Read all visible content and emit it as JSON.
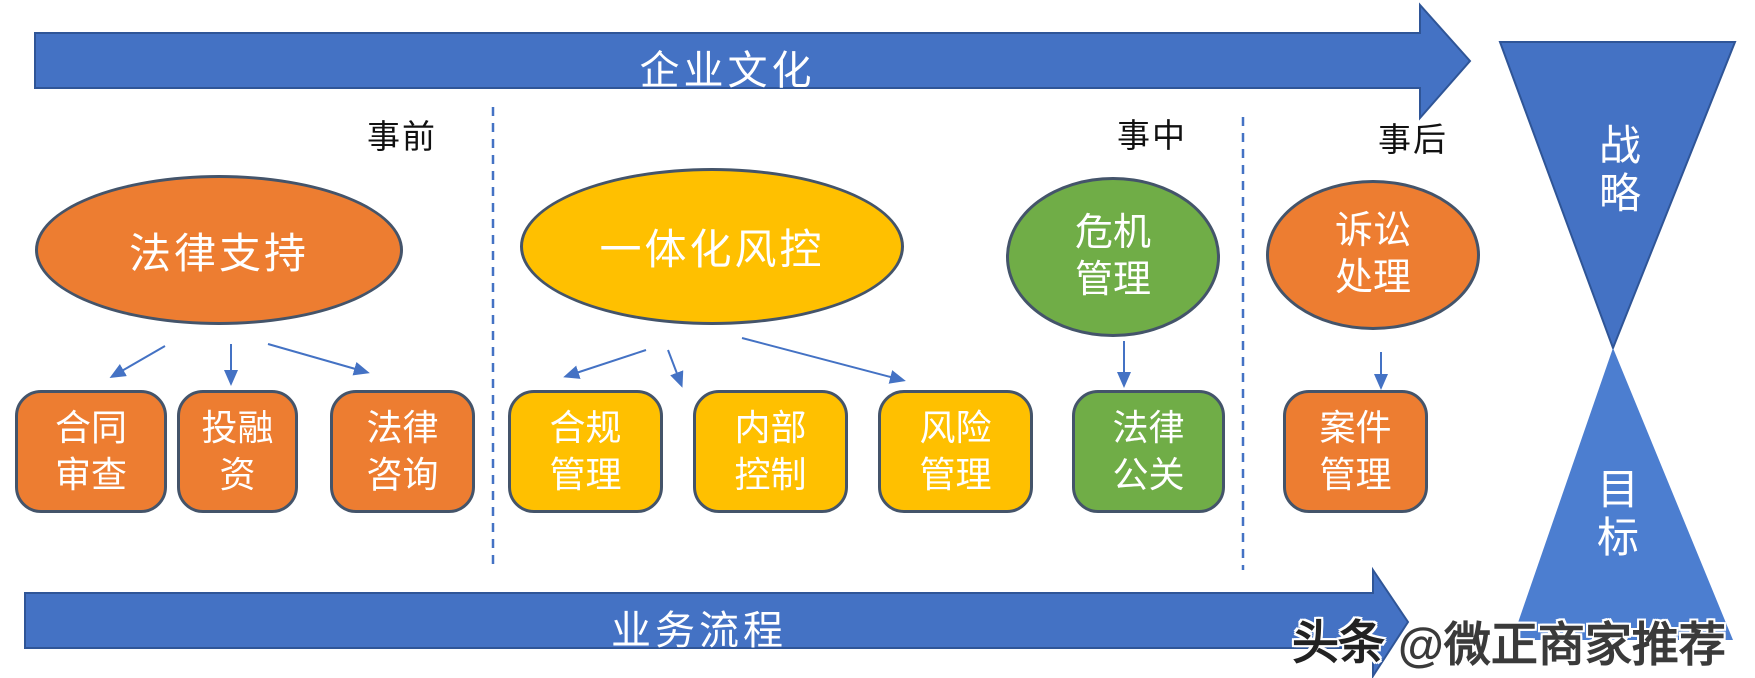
{
  "top_arrow": {
    "label": "企业文化"
  },
  "bottom_arrow": {
    "label": "业务流程"
  },
  "phases": [
    {
      "label": "事前"
    },
    {
      "label": "事中"
    },
    {
      "label": "事后"
    }
  ],
  "hourglass": {
    "top_label": "战\n略",
    "bottom_label": "目\n标"
  },
  "ellipses": [
    {
      "label": "法律支持",
      "fill": "#ED7D31"
    },
    {
      "label": "一体化风控",
      "fill": "#FFC000"
    },
    {
      "label": "危机\n管理",
      "fill": "#70AD47"
    },
    {
      "label": "诉讼\n处理",
      "fill": "#ED7D31"
    }
  ],
  "boxes": [
    {
      "label": "合同\n审查",
      "fill": "#ED7D31"
    },
    {
      "label": "投融\n资",
      "fill": "#ED7D31"
    },
    {
      "label": "法律\n咨询",
      "fill": "#ED7D31"
    },
    {
      "label": "合规\n管理",
      "fill": "#FFC000"
    },
    {
      "label": "内部\n控制",
      "fill": "#FFC000"
    },
    {
      "label": "风险\n管理",
      "fill": "#FFC000"
    },
    {
      "label": "法律\n公关",
      "fill": "#70AD47"
    },
    {
      "label": "案件\n管理",
      "fill": "#ED7D31"
    }
  ],
  "watermark": {
    "brand": "头条",
    "handle": "@微正商家推荐"
  },
  "colors": {
    "arrow_blue": "#4472C4",
    "arrow_border": "#2F5597",
    "hourglass_top": "#4472C4",
    "hourglass_bottom": "#4C7ED0",
    "connector": "#4472C4",
    "divider": "#4472C4",
    "node_border": "#44546A",
    "orange": "#ED7D31",
    "yellow": "#FFC000",
    "green": "#70AD47"
  }
}
